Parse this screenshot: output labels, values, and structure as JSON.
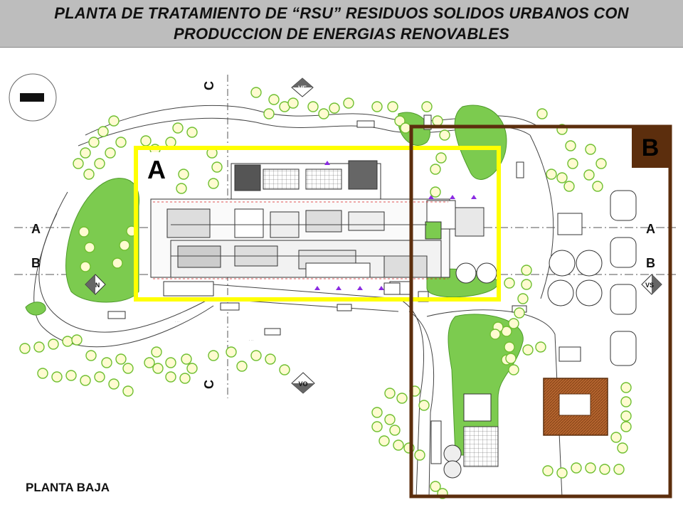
{
  "title": {
    "line1": "PLANTA DE TRATAMIENTO DE “RSU” RESIDUOS SOLIDOS URBANOS CON",
    "line2": "PRODUCCION DE ENERGIAS RENOVABLES"
  },
  "zones": {
    "a": {
      "label": "A",
      "color": "#ffff00"
    },
    "b": {
      "label": "B",
      "color": "#5c2e0d"
    }
  },
  "section_markers": {
    "a_left": "A",
    "a_right": "A",
    "b_left": "B",
    "b_right": "B",
    "c_top": "C",
    "c_bottom": "C"
  },
  "direction_signs": {
    "ve": "VE",
    "vo": "VO",
    "ns": "N",
    "vs": "VS"
  },
  "footer": {
    "label": "PLANTA BAJA"
  },
  "colors": {
    "title_bar": "#bdbdbd",
    "green_area": "#7ccb4f",
    "tree_outline": "#6fbf30",
    "tree_fill": "#fffbd0",
    "building_line": "#333333",
    "anaerobic_pad": "#a0522d"
  }
}
